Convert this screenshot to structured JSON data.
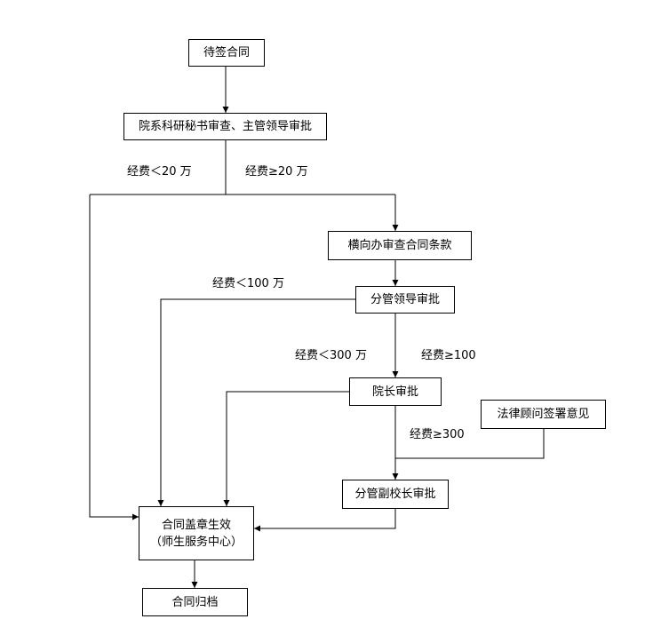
{
  "nodes": {
    "pending_contract": "待签合同",
    "secretary_review": "院系科研秘书审查、主管领导审批",
    "horizontal_office_review": "横向办审查合同条款",
    "division_leader_approval": "分管领导审批",
    "dean_approval": "院长审批",
    "legal_advisor_opinion": "法律顾问签署意见",
    "vice_president_approval": "分管副校长审批",
    "seal_effective_line1": "合同盖章生效",
    "seal_effective_line2": "（师生服务中心）",
    "archive": "合同归档"
  },
  "edge_labels": {
    "under_20": "经费＜20 万",
    "over_20": "经费≥20 万",
    "under_100": "经费＜100 万",
    "under_300": "经费＜300 万",
    "over_100": "经费≥100",
    "over_300": "经费≥300"
  },
  "colors": {
    "line": "#000000",
    "box_border": "#000000",
    "background": "#ffffff",
    "text": "#000000"
  }
}
